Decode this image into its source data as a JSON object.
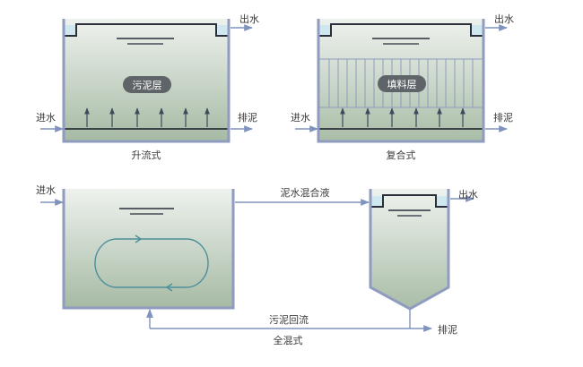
{
  "diagrams": {
    "upflow": {
      "caption": "升流式",
      "inlet": "进水",
      "outlet": "出水",
      "sludge_out": "排泥",
      "zone_label": "污泥层"
    },
    "hybrid": {
      "caption": "复合式",
      "inlet": "进水",
      "outlet": "出水",
      "sludge_out": "排泥",
      "zone_label": "填料层"
    },
    "complete_mix": {
      "caption": "全混式",
      "inlet": "进水",
      "transfer": "泥水混合液",
      "outlet": "出水",
      "recycle": "污泥回流",
      "sludge_out": "排泥"
    }
  },
  "colors": {
    "wall": "#8f9bbf",
    "arrow": "#7f93bd",
    "liquid_top": "#edf1ec",
    "liquid_bottom": "#a8bca6",
    "water_surface": "#cfe7ee",
    "dark_line": "#2b2f3a",
    "badge": "#5f6468",
    "text": "#3a3a3a",
    "flow_loop": "#4c8f9a"
  }
}
